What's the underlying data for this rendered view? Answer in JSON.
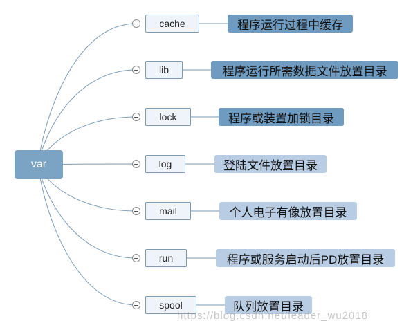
{
  "root": {
    "label": "var"
  },
  "branches": [
    {
      "key": "cache",
      "label": "cache",
      "description": "程序运行过程中缓存",
      "style": "dark"
    },
    {
      "key": "lib",
      "label": "lib",
      "description": "程序运行所需数据文件放置目录",
      "style": "dark"
    },
    {
      "key": "lock",
      "label": "lock",
      "description": "程序或装置加锁目录",
      "style": "dark"
    },
    {
      "key": "log",
      "label": "log",
      "description": "登陆文件放置目录",
      "style": "light"
    },
    {
      "key": "mail",
      "label": "mail",
      "description": "个人电子有像放置目录",
      "style": "light"
    },
    {
      "key": "run",
      "label": "run",
      "description": "程序或服务启动后PD放置目录",
      "style": "light"
    },
    {
      "key": "spool",
      "label": "spool",
      "description": "队列放置目录",
      "style": "light"
    }
  ],
  "colors": {
    "root_fill": "#7ba3c4",
    "child_fill": "#eef4f9",
    "child_border": "#7a9ab5",
    "desc_dark": "#6e9bbf",
    "desc_light": "#b8cde4",
    "connector": "#7a9ab5"
  },
  "watermark": "https://blog.csdn.net/leader_wu2018"
}
